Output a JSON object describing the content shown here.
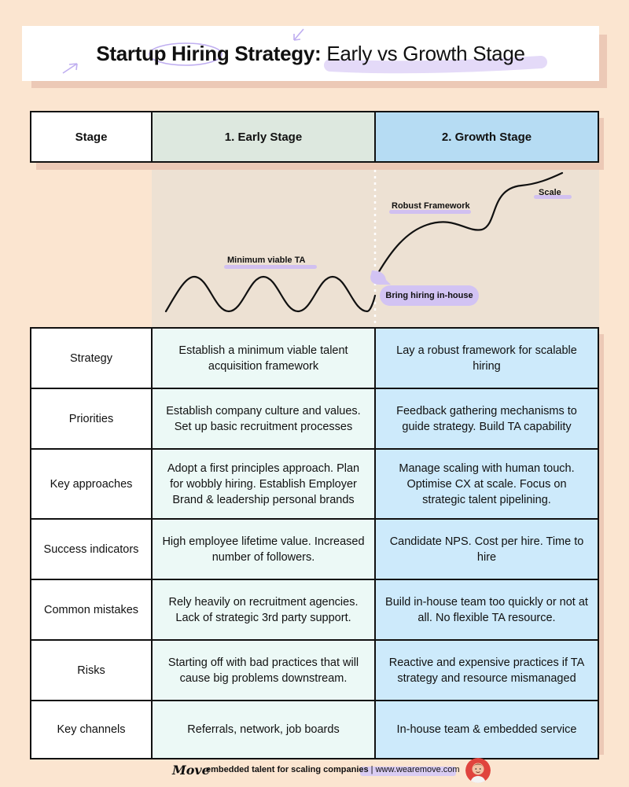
{
  "title": {
    "bold": "Startup Hiring Strategy:",
    "light": "Early vs Growth Stage"
  },
  "table": {
    "headers": [
      "Stage",
      "1. Early Stage",
      "2. Growth Stage"
    ],
    "rows": [
      {
        "label": "Strategy",
        "early": "Establish a minimum viable talent acquisition framework",
        "growth": "Lay a robust framework for scalable hiring"
      },
      {
        "label": "Priorities",
        "early": "Establish company culture and values. Set up basic recruitment processes",
        "growth": "Feedback gathering mechanisms to guide strategy. Build TA capability"
      },
      {
        "label": "Key approaches",
        "early": "Adopt a first principles approach. Plan for wobbly hiring. Establish Employer Brand & leadership personal brands",
        "growth": "Manage scaling with human touch. Optimise CX at scale. Focus on strategic talent pipelining."
      },
      {
        "label": "Success indicators",
        "early": "High employee lifetime value. Increased number of followers.",
        "growth": "Candidate NPS. Cost per hire. Time to hire"
      },
      {
        "label": "Common mistakes",
        "early": "Rely heavily on recruitment agencies. Lack of strategic 3rd party support.",
        "growth": "Build in-house team too quickly or not at all. No flexible TA resource."
      },
      {
        "label": "Risks",
        "early": "Starting off with bad practices that will cause big problems downstream.",
        "growth": "Reactive and expensive practices if TA strategy and resource mismanaged"
      },
      {
        "label": "Key channels",
        "early": "Referrals, network, job boards",
        "growth": "In-house team & embedded service"
      }
    ]
  },
  "graph": {
    "min_viable": "Minimum viable TA",
    "robust": "Robust Framework",
    "scale": "Scale",
    "inhouse": "Bring hiring in-house"
  },
  "footer": {
    "logo": "Move",
    "tagline_bold": "embedded talent for scaling companies",
    "separator": " | ",
    "url": "www.wearemove.com"
  },
  "colors": {
    "background": "#fbe5d0",
    "early": "#ecf9f6",
    "growth": "#cdeafb",
    "accent": "#d2c3f3"
  }
}
